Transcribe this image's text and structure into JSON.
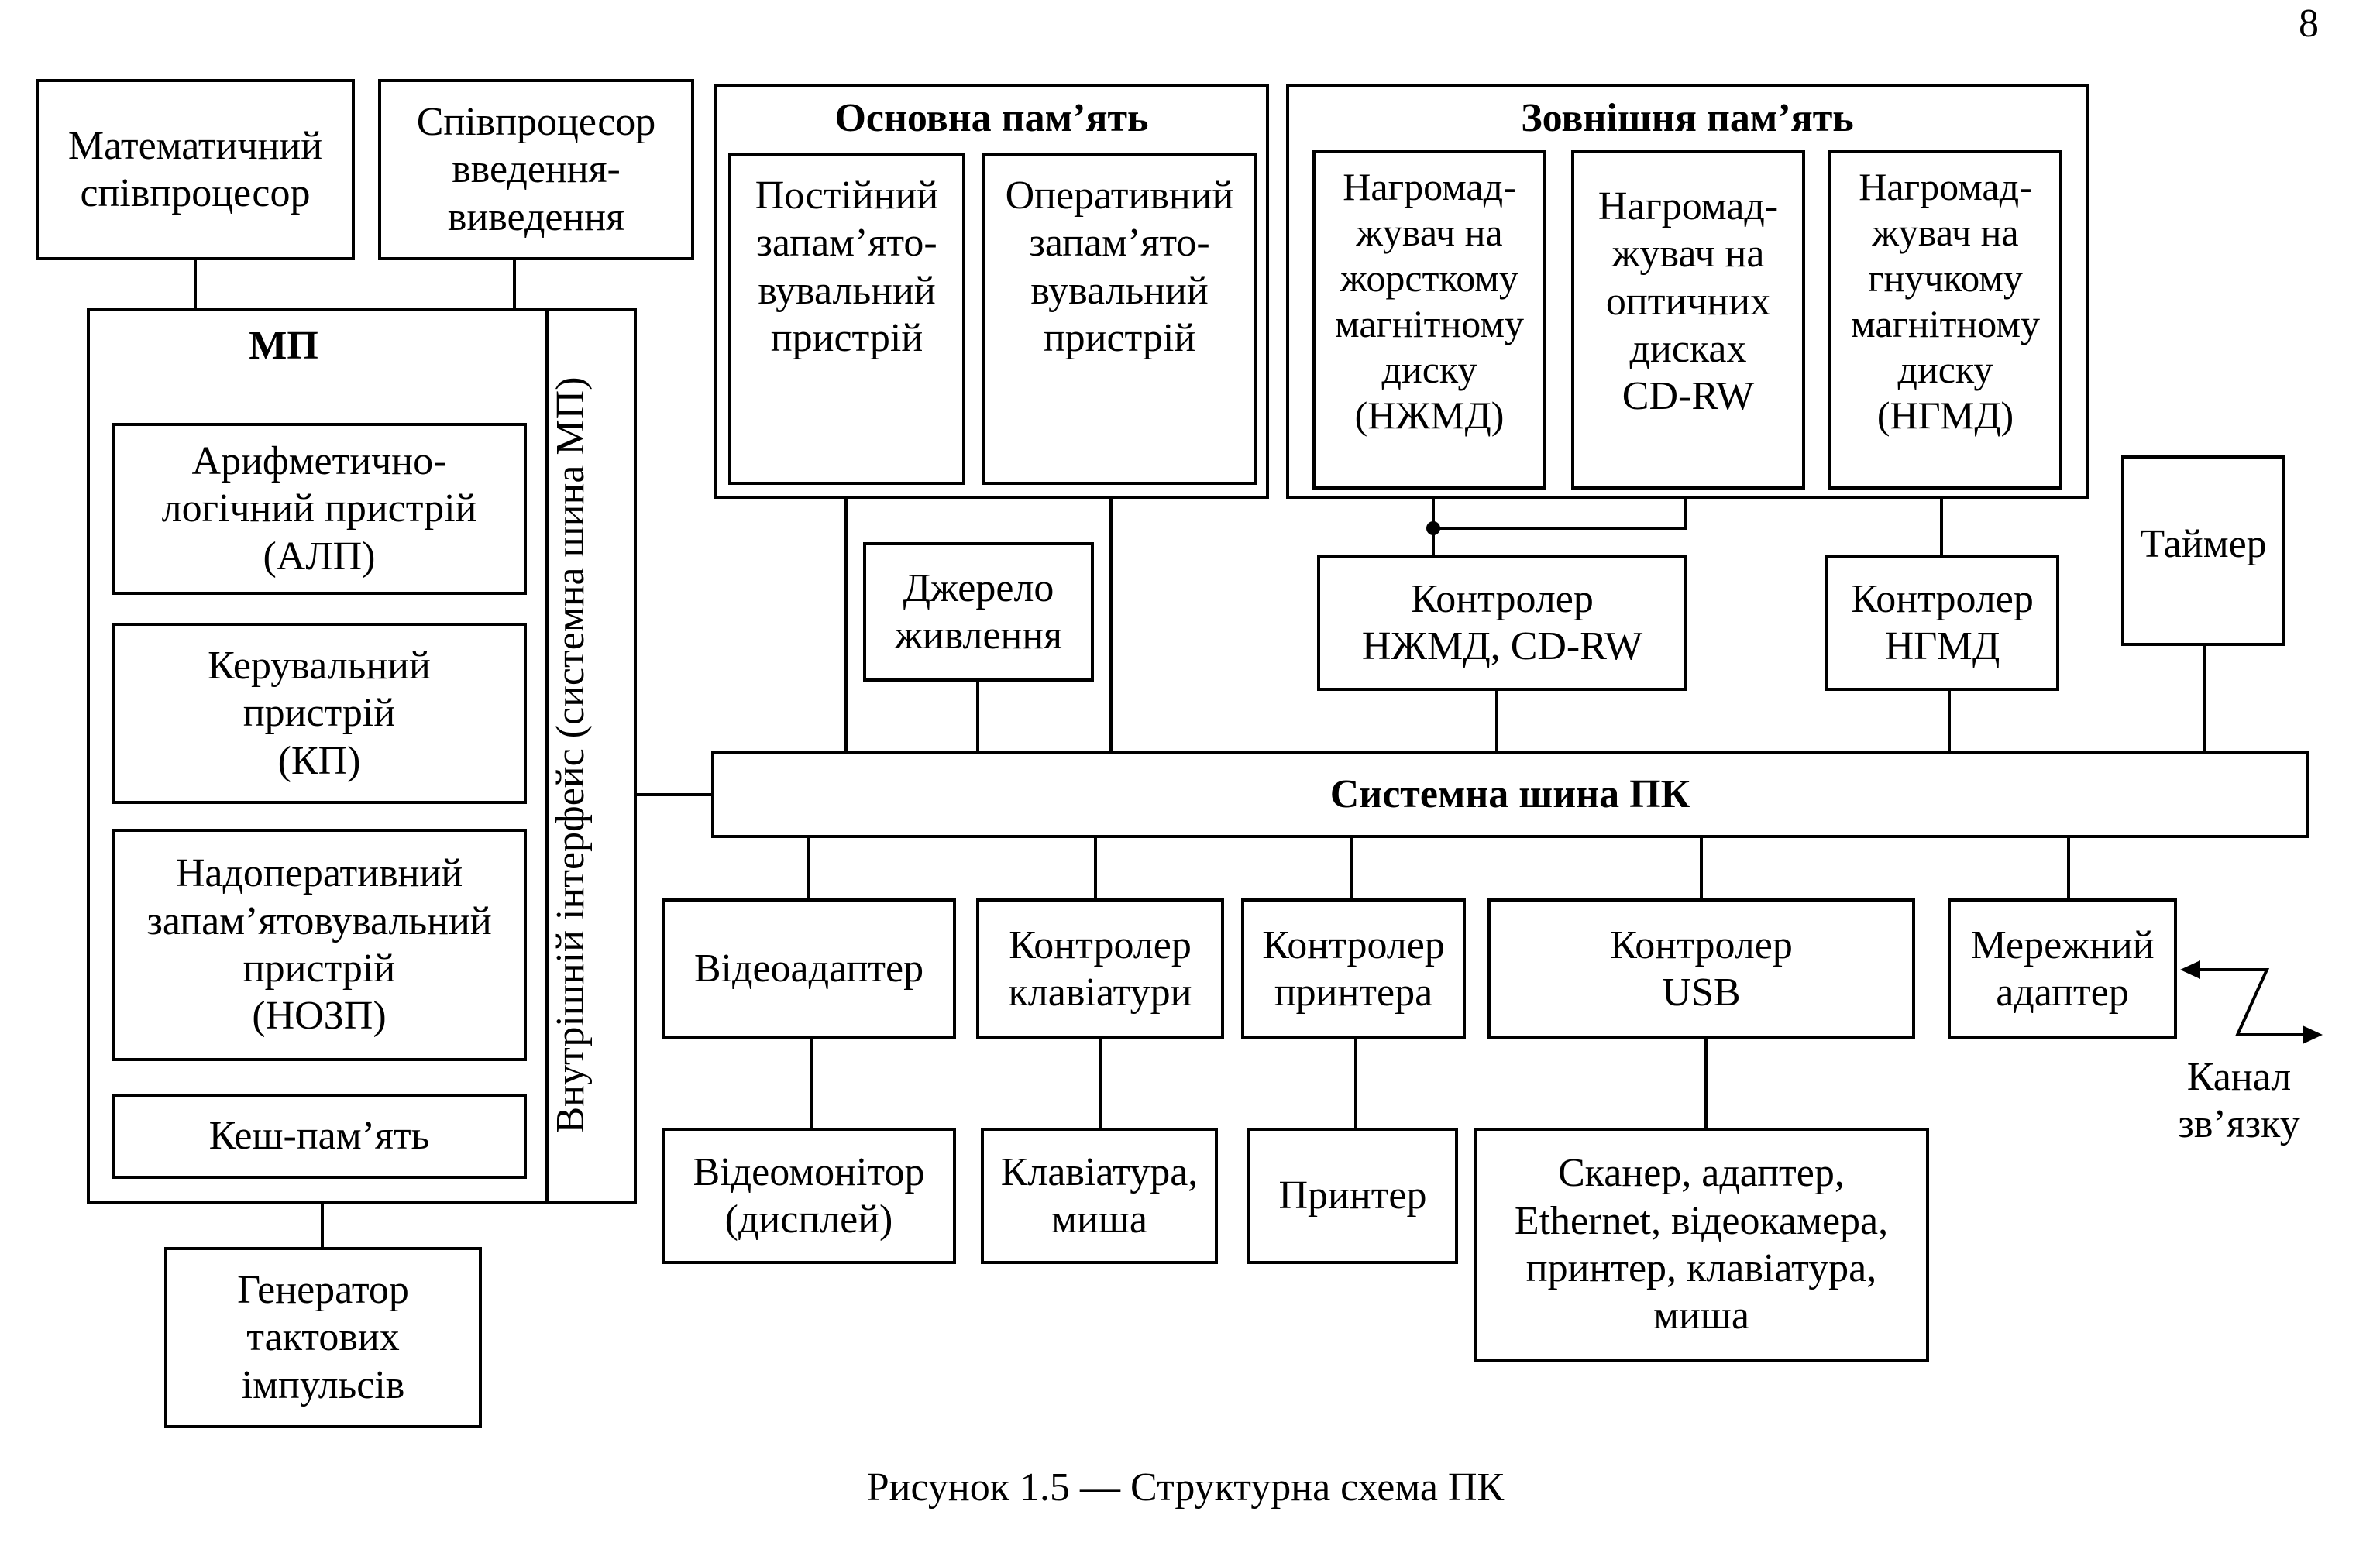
{
  "page_number": "8",
  "caption": "Рисунок 1.5 — Структурна схема ПК",
  "blocks": {
    "math_coprocessor": "Математичний\nспівпроцесор",
    "io_coprocessor": "Співпроцесор\nвведення-\nвиведення",
    "mp_title": "МП",
    "alu": "Арифметично-\nлогічний пристрій\n(АЛП)",
    "control_unit": "Керувальний\nпристрій\n(КП)",
    "register_memory": "Надоперативний\nзапам’ятовувальний\nпристрій\n(НОЗП)",
    "cache": "Кеш-пам’ять",
    "internal_interface": "Внутрішній інтерфейс (системна шина МП)",
    "clock_generator": "Генератор\nтактових\nімпульсів",
    "main_memory_title": "Основна пам’ять",
    "rom": "Постійний\nзапам’ято-\nвувальний\nпристрій",
    "ram": "Оперативний\nзапам’ято-\nвувальний\nпристрій",
    "external_memory_title": "Зовнішня пам’ять",
    "hdd": "Нагромад-\nжувач на\nжорсткому\nмагнітному\nдиску\n(НЖМД)",
    "optical": "Нагромад-\nжувач на\nоптичних\nдисках\nCD-RW",
    "floppy": "Нагромад-\nжувач на\nгнучкому\nмагнітному\nдиску\n(НГМД)",
    "power_supply": "Джерело\nживлення",
    "hdd_cd_controller": "Контролер\nНЖМД, CD-RW",
    "floppy_controller": "Контролер\nНГМД",
    "timer": "Таймер",
    "system_bus": "Системна шина ПК",
    "video_adapter": "Відеоадаптер",
    "keyboard_controller": "Контролер\nклавіатури",
    "printer_controller": "Контролер\nпринтера",
    "usb_controller": "Контролер\nUSB",
    "network_adapter": "Мережний\nадаптер",
    "comm_channel": "Канал\nзв’язку",
    "monitor": "Відеомонітор\n(дисплей)",
    "keyboard_mouse": "Клавіатура,\nмиша",
    "printer": "Принтер",
    "usb_devices": "Сканер, адаптер,\nEthernet, відеокамера,\nпринтер, клавіатура,\nмиша"
  }
}
